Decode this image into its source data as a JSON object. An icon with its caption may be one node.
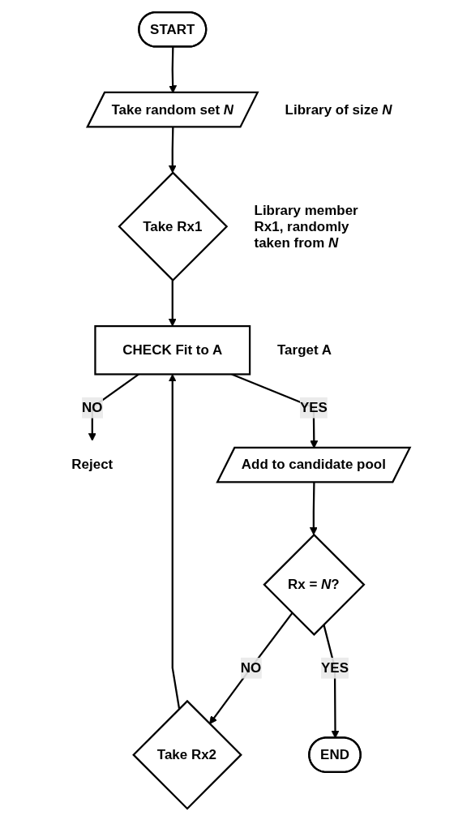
{
  "diagram": {
    "nodes": [
      {
        "text": [
          "START"
        ]
      },
      {
        "text": [
          "Take random set *N*"
        ],
        "beside": [
          "Library of size *N*"
        ]
      },
      {
        "text": [
          "Take Rx1"
        ],
        "beside": [
          "Library member Rx1, randomly taken from *N*"
        ]
      },
      {
        "text": [
          "CHECK Fit to A"
        ],
        "beside": [
          "Target A"
        ]
      },
      {
        "text": [
          "Reject"
        ]
      },
      {
        "text": [
          "Add to candidate pool"
        ]
      },
      {
        "text": [
          "Rx = *N*?"
        ]
      },
      {
        "text": [
          "Take Rx2"
        ]
      },
      {
        "text": [
          "END"
        ]
      }
    ],
    "edges": [
      {
        "from": 0,
        "to": 1,
        "arrow": "to"
      },
      {
        "from": 1,
        "to": 2,
        "arrow": "to"
      },
      {
        "from": 2,
        "to": 3,
        "arrow": "to"
      },
      {
        "from": 3,
        "to": 4,
        "arrow": "to",
        "label": "NO"
      },
      {
        "from": 3,
        "to": 5,
        "arrow": "to",
        "label": "YES"
      },
      {
        "from": 5,
        "to": 6,
        "arrow": "to"
      },
      {
        "from": 6,
        "to": 7,
        "arrow": "to",
        "label": "NO"
      },
      {
        "from": 7,
        "to": 3,
        "arrow": "to"
      },
      {
        "from": 6,
        "to": 8,
        "arrow": "to",
        "label": "YES"
      }
    ]
  }
}
